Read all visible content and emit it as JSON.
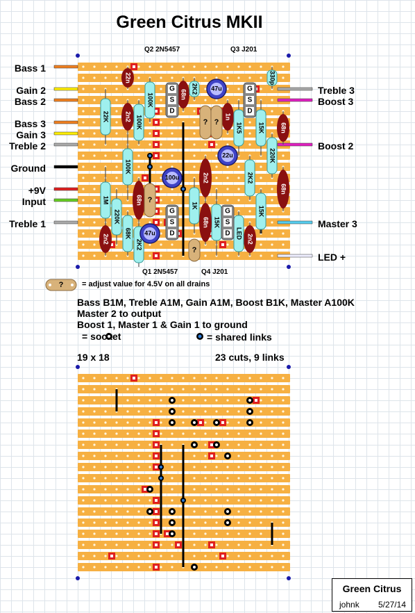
{
  "title": "Green Citrus MKII",
  "transistors": {
    "q2": "Q2 2N5457",
    "q3": "Q3 J201",
    "q1": "Q1 2N5457",
    "q4": "Q4 J201"
  },
  "left_labels": [
    "Bass 1",
    "Gain 2",
    "Bass 2",
    "Bass 3",
    "Gain 3",
    "Treble 2",
    "Ground",
    "+9V",
    "Input",
    "Treble 1"
  ],
  "right_labels": [
    "Treble 3",
    "Boost 3",
    "Boost 2",
    "Master 3",
    "LED +"
  ],
  "notes": [
    "Bass B1M, Treble A1M, Gain A1M, Boost B1K, Master A100K",
    "Master 2 to output",
    "Boost 1, Master 1 & Gain 1 to ground"
  ],
  "legend": {
    "adjust": "= adjust value for 4.5V on all drains",
    "socket": "= socket",
    "shared": "= shared links",
    "trim_mark": "?"
  },
  "board": {
    "size": "19 x 18",
    "cuts_links": "23 cuts, 9 links"
  },
  "credit": {
    "name": "Green Citrus",
    "author": "johnk",
    "date": "5/27/14"
  },
  "colors": {
    "strip": "#f6b042",
    "track_hole": "#fff7e0",
    "resistor": "#9ff0ee",
    "cap_film": "#8a1010",
    "cap_elec": "#3f43c6",
    "cut": "#e02020",
    "link": "#000000"
  },
  "resistors": [
    "22n",
    "100K",
    "68n",
    "2K2",
    "22K",
    "2n2",
    "100K",
    "1n",
    "1K5",
    "15K",
    "68n",
    "100K",
    "220K",
    "2n2",
    "2K2",
    "1M",
    "220K",
    "68n",
    "68K",
    "1K",
    "15K",
    "15K",
    "68n",
    "2n2",
    "2n2",
    "2K2",
    "68n",
    "2n2",
    "LED",
    "330p"
  ],
  "electrolytics": [
    "47u",
    "22u",
    "100u",
    "47u"
  ],
  "transistor_pins": [
    "G",
    "S",
    "D"
  ]
}
